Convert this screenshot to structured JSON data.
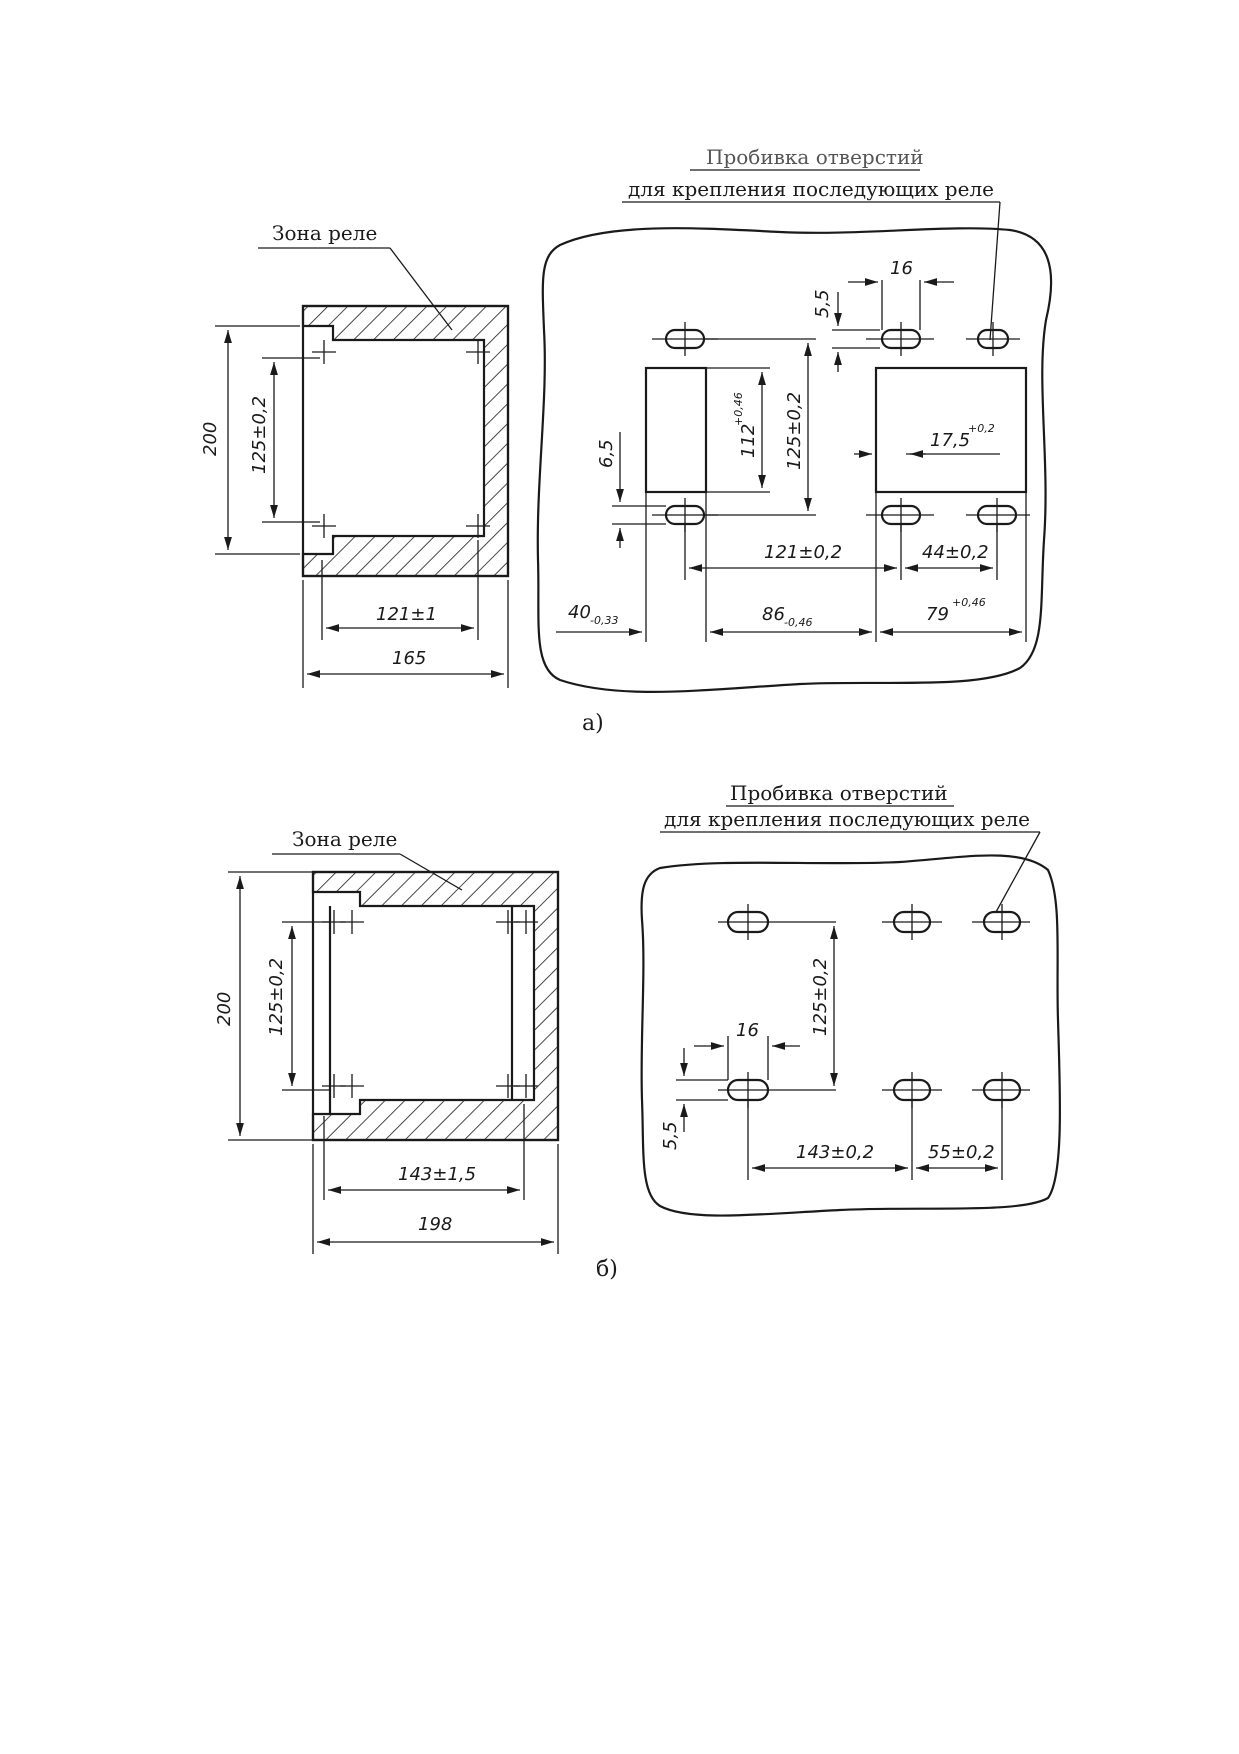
{
  "figure_a": {
    "zone_label": "Зона реле",
    "header_line1": "Пробивка отверстий",
    "header_line2": "для крепления последующих реле",
    "dims": {
      "height_200": "200",
      "v_125": "125±0,2",
      "h_121": "121±1",
      "h_165": "165",
      "d_16": "16",
      "d_55": "5,5",
      "d_65": "6,5",
      "d_112": "112",
      "d_112_tol": "+0,46",
      "d_125r": "125±0,2",
      "d_175": "17,5",
      "d_175_tol": "+0,2",
      "d_121r": "121±0,2",
      "d_44": "44±0,2",
      "d_40": "40",
      "d_40_tol": "-0,33",
      "d_86": "86",
      "d_86_tol": "-0,46",
      "d_79": "79",
      "d_79_tol": "+0,46"
    },
    "caption": "а)"
  },
  "figure_b": {
    "zone_label": "Зона реле",
    "header_line1": "Пробивка отверстий",
    "header_line2": "для крепления последующих реле",
    "dims": {
      "height_200": "200",
      "v_125": "125±0,2",
      "h_143": "143±1,5",
      "h_198": "198",
      "d_125r": "125±0,2",
      "d_16": "16",
      "d_55": "5,5",
      "d_143r": "143±0,2",
      "d_55b": "55±0,2"
    },
    "caption": "б)"
  }
}
